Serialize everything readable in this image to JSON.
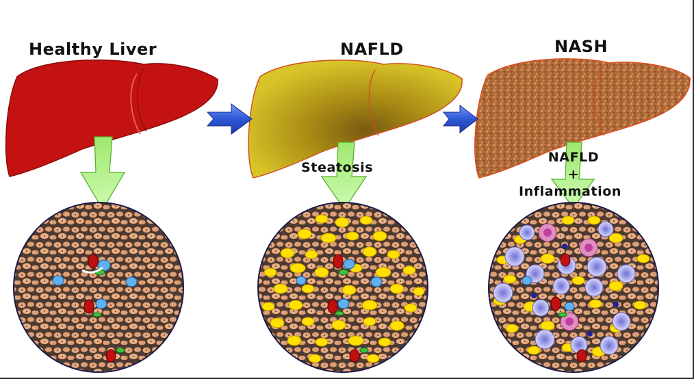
{
  "stages": [
    {
      "title": "Healthy Liver"
    },
    {
      "title": "NAFLD",
      "label": "Steatosis"
    },
    {
      "title": "NASH",
      "label_line1": "NAFLD",
      "label_line2": "+",
      "label_line3": "Inflammation"
    }
  ],
  "colors": {
    "healthy_liver": "#c41414",
    "nafld_liver": "#c8a81a",
    "nash_liver": "#b5733e",
    "arrow_down": "#b8f58a",
    "arrow_right": "#3a5ed0",
    "hepatocyte": "#e7a87a",
    "fat_droplet": "#ffe000",
    "inflammatory_cell": "#b8b8f0"
  }
}
